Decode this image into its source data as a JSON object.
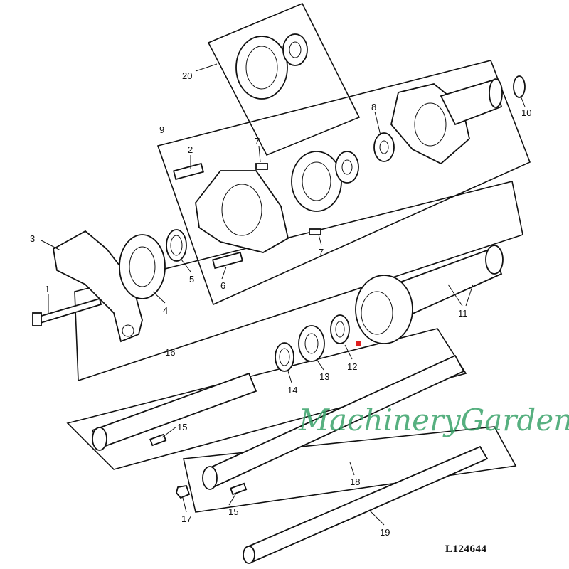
{
  "diagram": {
    "title": "Exploded parts diagram",
    "part_code": "L124644",
    "watermark": "MachineryGarden",
    "callouts": [
      "20",
      "8",
      "10",
      "9",
      "2",
      "7",
      "7",
      "3",
      "5",
      "6",
      "1",
      "4",
      "11",
      "12",
      "13",
      "14",
      "16",
      "15",
      "15",
      "17",
      "18",
      "19"
    ]
  }
}
